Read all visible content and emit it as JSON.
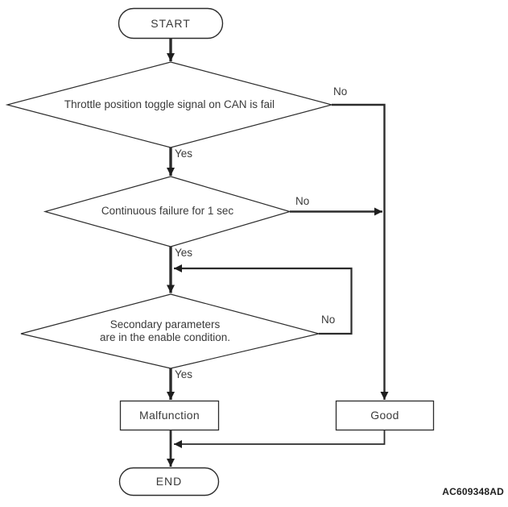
{
  "flowchart": {
    "start": {
      "label": "START"
    },
    "decision1": {
      "text": "Throttle position toggle signal on CAN is fail",
      "yes_label": "Yes",
      "no_label": "No"
    },
    "decision2": {
      "text": "Continuous failure for 1 sec",
      "yes_label": "Yes",
      "no_label": "No"
    },
    "decision3": {
      "line1": "Secondary parameters",
      "line2": "are in the enable condition.",
      "yes_label": "Yes",
      "no_label": "No"
    },
    "malfunction": {
      "label": "Malfunction"
    },
    "good": {
      "label": "Good"
    },
    "end": {
      "label": "END"
    },
    "figure_code": "AC609348AD",
    "colors": {
      "line": "#2c2c2c",
      "text": "#3a3a3a",
      "background": "#ffffff"
    }
  }
}
